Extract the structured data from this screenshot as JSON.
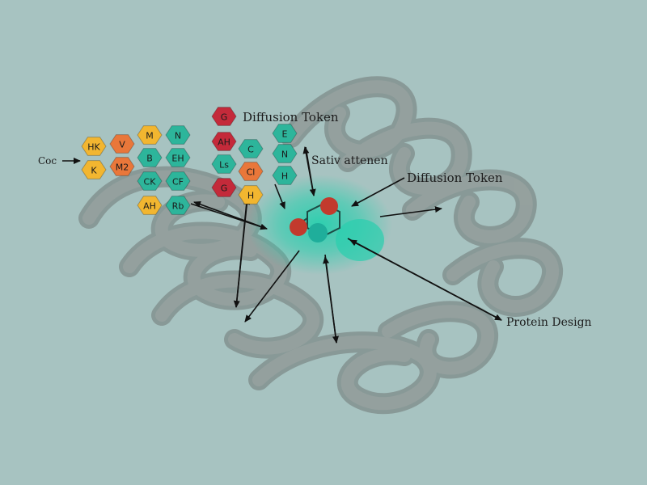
{
  "labels": {
    "diffusion_token_top": "Diffusion Token",
    "sativ_attention": "Sativ attenen",
    "diffusion_token_right": "Diffusion Token",
    "protein_design": "Protein Design",
    "coc": "Coc"
  },
  "colors": {
    "background": "#a7c3c1",
    "helix": "#8e9896",
    "helix_dark": "#6f7876",
    "yellow": "#f2b630",
    "orange": "#e9773a",
    "teal": "#2db59b",
    "red": "#c42a3a",
    "glow": "#28cfae",
    "atom_red": "#c23a2d",
    "atom_teal": "#1fae9b",
    "arrow": "#111111"
  },
  "tokens": [
    {
      "text": "HK",
      "color": "yellow"
    },
    {
      "text": "V",
      "color": "orange"
    },
    {
      "text": "M",
      "color": "yellow"
    },
    {
      "text": "N",
      "color": "teal"
    },
    {
      "text": "K",
      "color": "yellow"
    },
    {
      "text": "M2",
      "color": "orange"
    },
    {
      "text": "B",
      "color": "teal"
    },
    {
      "text": "EH",
      "color": "teal"
    },
    {
      "text": "CK",
      "color": "teal"
    },
    {
      "text": "CF",
      "color": "teal"
    },
    {
      "text": "AH",
      "color": "yellow"
    },
    {
      "text": "Rb",
      "color": "teal"
    },
    {
      "text": "G",
      "color": "red"
    },
    {
      "text": "AH",
      "color": "red"
    },
    {
      "text": "C",
      "color": "teal"
    },
    {
      "text": "Ls",
      "color": "teal"
    },
    {
      "text": "Cl",
      "color": "orange"
    },
    {
      "text": "G",
      "color": "red"
    },
    {
      "text": "H",
      "color": "yellow"
    },
    {
      "text": "E",
      "color": "teal"
    },
    {
      "text": "N",
      "color": "teal"
    },
    {
      "text": "H",
      "color": "teal"
    }
  ]
}
